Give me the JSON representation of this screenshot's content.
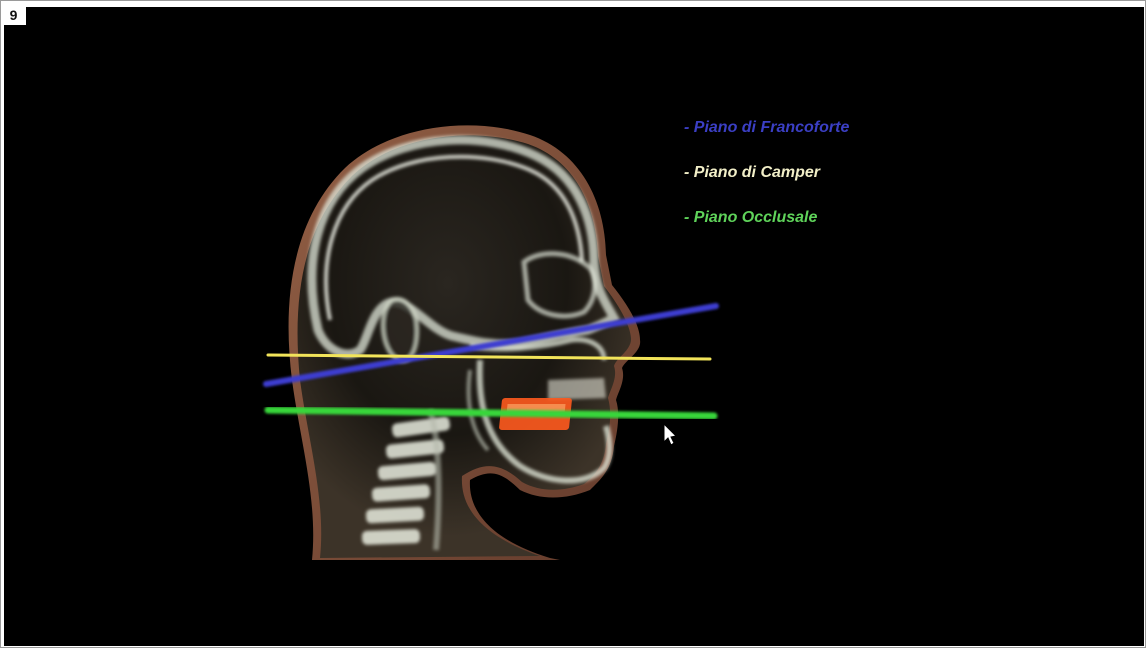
{
  "figure": {
    "number": "9"
  },
  "legend": {
    "items": [
      {
        "label": "- Piano di Francoforte",
        "color": "#3b3fc4"
      },
      {
        "label": "- Piano di Camper",
        "color": "#f2efc8"
      },
      {
        "label": "- Piano Occlusale",
        "color": "#5fd35a"
      }
    ]
  },
  "planes": {
    "frankfort_color": "#3c3dd0",
    "camper_color": "#f2e45a",
    "occlusal_color": "#38d63a",
    "bite_block_color": "#ff5a1e"
  },
  "icons": {
    "cursor": "mouse-pointer-icon"
  }
}
